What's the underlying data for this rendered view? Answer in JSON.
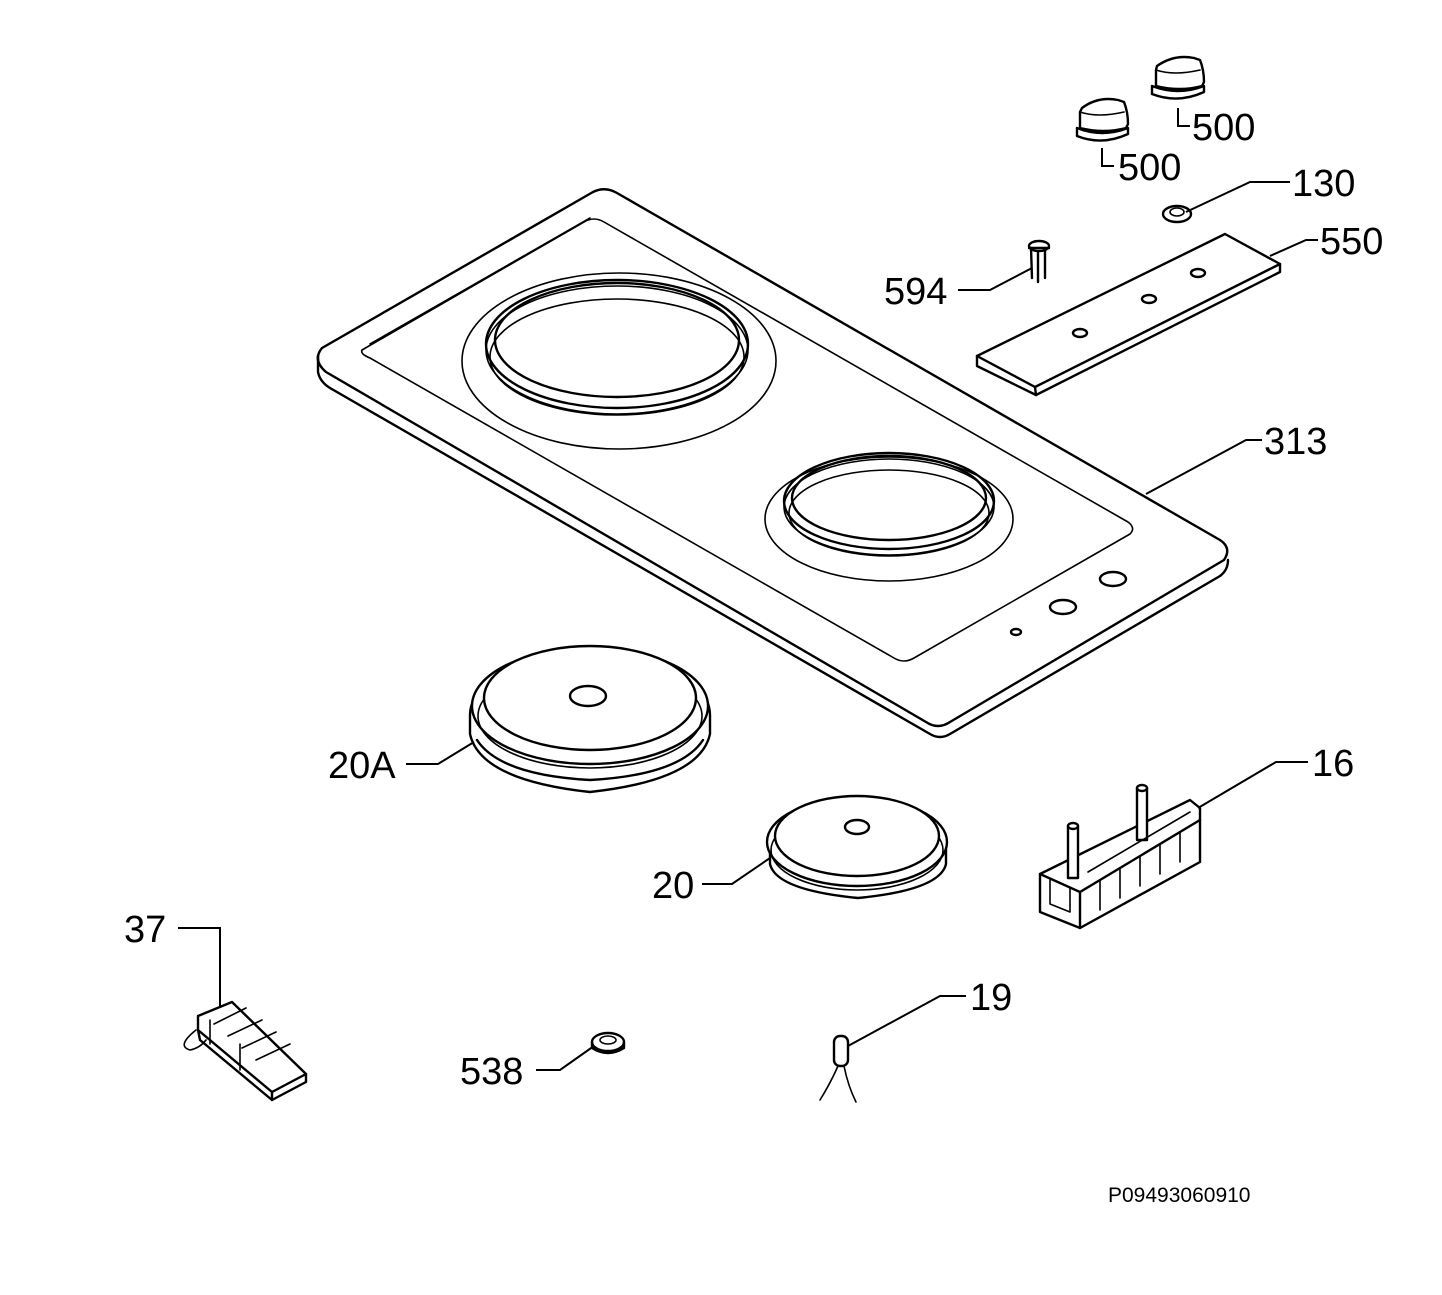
{
  "diagram": {
    "document_code": "P09493060910",
    "parts": [
      {
        "id": "knob-1",
        "label": "500"
      },
      {
        "id": "knob-2",
        "label": "500"
      },
      {
        "id": "nut-130",
        "label": "130"
      },
      {
        "id": "panel-550",
        "label": "550"
      },
      {
        "id": "stud-594",
        "label": "594"
      },
      {
        "id": "hob-313",
        "label": "313"
      },
      {
        "id": "plate-20A",
        "label": "20A"
      },
      {
        "id": "plate-20",
        "label": "20"
      },
      {
        "id": "switch-16",
        "label": "16"
      },
      {
        "id": "terminal-37",
        "label": "37"
      },
      {
        "id": "nut-538",
        "label": "538"
      },
      {
        "id": "lamp-19",
        "label": "19"
      }
    ]
  },
  "colors": {
    "line": "#000000",
    "background": "#ffffff"
  }
}
